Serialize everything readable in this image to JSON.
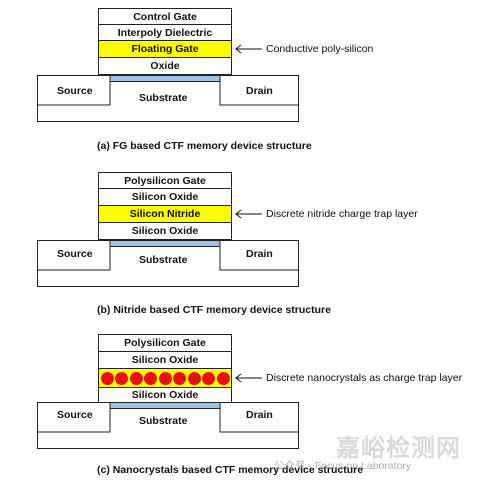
{
  "diagrams": [
    {
      "layers": [
        "Control Gate",
        "Interpoly Dielectric",
        "Floating Gate",
        "Oxide"
      ],
      "highlight_index": 2,
      "source": "Source",
      "substrate": "Substrate",
      "drain": "Drain",
      "annotation": "Conductive poly-silicon",
      "caption": "(a) FG based CTF memory device structure"
    },
    {
      "layers": [
        "Polysilicon Gate",
        "Silicon Oxide",
        "Silicon Nitride",
        "Silicon Oxide"
      ],
      "highlight_index": 2,
      "source": "Source",
      "substrate": "Substrate",
      "drain": "Drain",
      "annotation": "Discrete nitride charge trap layer",
      "caption": "(b) Nitride based CTF memory device structure"
    },
    {
      "layers": [
        "Polysilicon Gate",
        "Silicon Oxide",
        "",
        "Silicon Oxide"
      ],
      "highlight_index": 2,
      "source": "Source",
      "substrate": "Substrate",
      "drain": "Drain",
      "annotation": "Discrete nanocrystals as charge trap layer",
      "caption": "(c) Nanocrystals based CTF memory device structure"
    }
  ],
  "colors": {
    "highlight": "#ffff00",
    "nanocrystal": "#e8100a",
    "channel": "#9dc3e6"
  },
  "watermark": {
    "brand": "嘉峪检测网",
    "line": "公众号 · Focus on Laboratory"
  }
}
